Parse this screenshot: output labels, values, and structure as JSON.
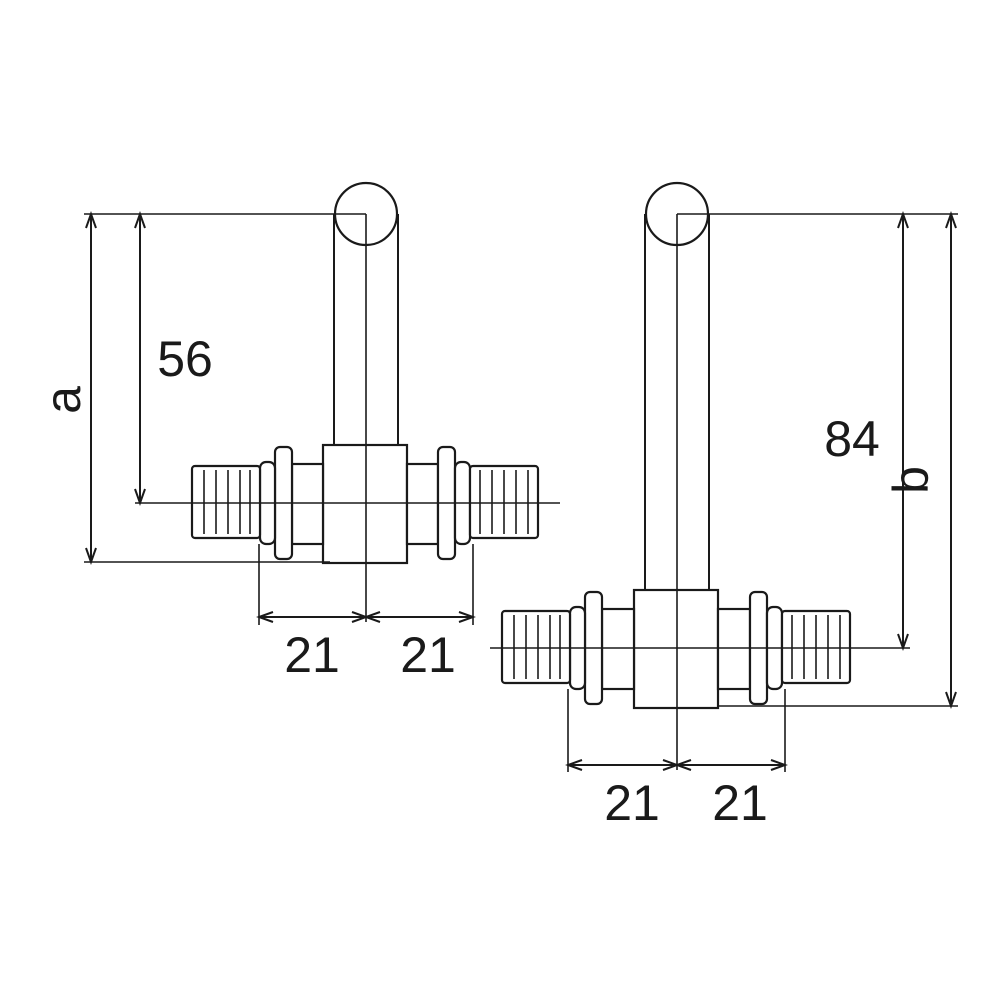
{
  "figures": [
    {
      "name": "left-tee-fitting",
      "dimension_letter": "a",
      "height_dim": "56",
      "left_dim": "21",
      "right_dim": "21"
    },
    {
      "name": "right-tee-fitting",
      "dimension_letter": "b",
      "height_dim": "84",
      "left_dim": "21",
      "right_dim": "21"
    }
  ],
  "colors": {
    "line": "#1a1a1a",
    "background": "#ffffff"
  }
}
